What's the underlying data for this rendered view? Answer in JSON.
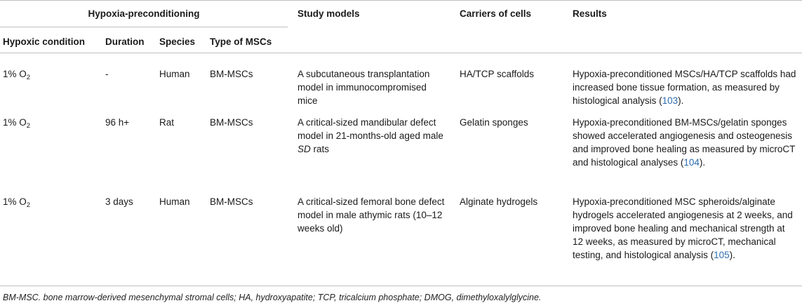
{
  "table": {
    "group_header": "Hypoxia-preconditioning",
    "headers": {
      "hypoxic_condition": "Hypoxic condition",
      "duration": "Duration",
      "species": "Species",
      "type_of_mscs": "Type of MSCs",
      "study_models": "Study models",
      "carriers": "Carriers of cells",
      "results": "Results"
    },
    "rows": [
      {
        "o2_prefix": "1% O",
        "o2_sub": "2",
        "duration": "-",
        "species": "Human",
        "type": "BM-MSCs",
        "model": "A subcutaneous transplantation model in immunocompromised mice",
        "carrier": "HA/TCP scaffolds",
        "result_text": "Hypoxia-preconditioned MSCs/HA/TCP scaffolds had increased bone tissue formation, as measured by histological analysis (",
        "result_ref": "103",
        "result_end": ")."
      },
      {
        "o2_prefix": "1% O",
        "o2_sub": "2",
        "duration": "96 h+",
        "species": "Rat",
        "type": "BM-MSCs",
        "model_pre": "A critical-sized mandibular defect model in 21-months-old aged male ",
        "model_italic": "SD",
        "model_post": " rats",
        "carrier": "Gelatin sponges",
        "result_text": "Hypoxia-preconditioned BM-MSCs/gelatin sponges showed accelerated angiogenesis and osteogenesis and improved bone healing as measured by microCT and histological analyses (",
        "result_ref": "104",
        "result_end": ")."
      },
      {
        "o2_prefix": "1% O",
        "o2_sub": "2",
        "duration": "3 days",
        "species": "Human",
        "type": "BM-MSCs",
        "model": "A critical-sized femoral bone defect model in male athymic rats (10–12 weeks old)",
        "carrier": "Alginate hydrogels",
        "result_text": "Hypoxia-preconditioned MSC spheroids/alginate hydrogels accelerated angiogenesis at 2 weeks, and improved bone healing and mechanical strength at 12 weeks, as measured by microCT, mechanical testing, and histological analysis (",
        "result_ref": "105",
        "result_end": ")."
      }
    ]
  },
  "footnote": "BM-MSC. bone marrow-derived mesenchymal stromal cells; HA, hydroxyapatite; TCP, tricalcium phosphate; DMOG, dimethyloxalylglycine."
}
